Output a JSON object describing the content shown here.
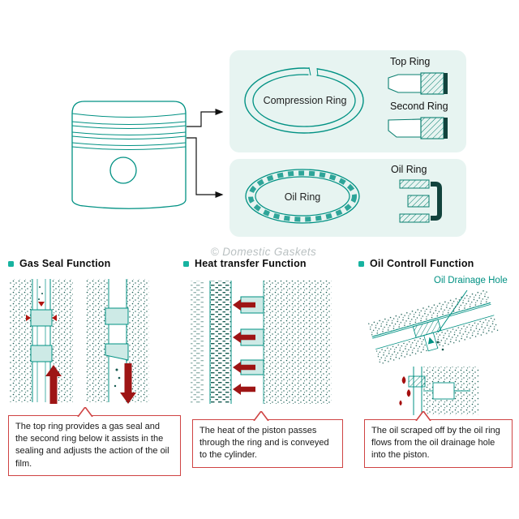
{
  "watermark": "© Domestic Gaskets",
  "overview": {
    "compression_ring_label": "Compression Ring",
    "oil_ring_label": "Oil Ring",
    "top_ring_label": "Top Ring",
    "second_ring_label": "Second Ring",
    "oil_ring_section_label": "Oil Ring"
  },
  "functions": [
    {
      "title": "Gas Seal Function",
      "description": "The top ring provides a gas seal and the second ring below it assists in the sealing and adjusts the action of the oil film."
    },
    {
      "title": "Heat transfer Function",
      "description": "The heat of the piston passes through the ring and is conveyed to the cylinder."
    },
    {
      "title": "Oil Controll Function",
      "description": "The oil scraped off by the oil ring flows from the oil drainage hole into the piston.",
      "annotation": "Oil Drainage Hole"
    }
  ],
  "colors": {
    "teal": "#009183",
    "panel_fill": "#e7f4f1",
    "arrow_red": "#9e1515",
    "callout_border": "#cf4343"
  }
}
